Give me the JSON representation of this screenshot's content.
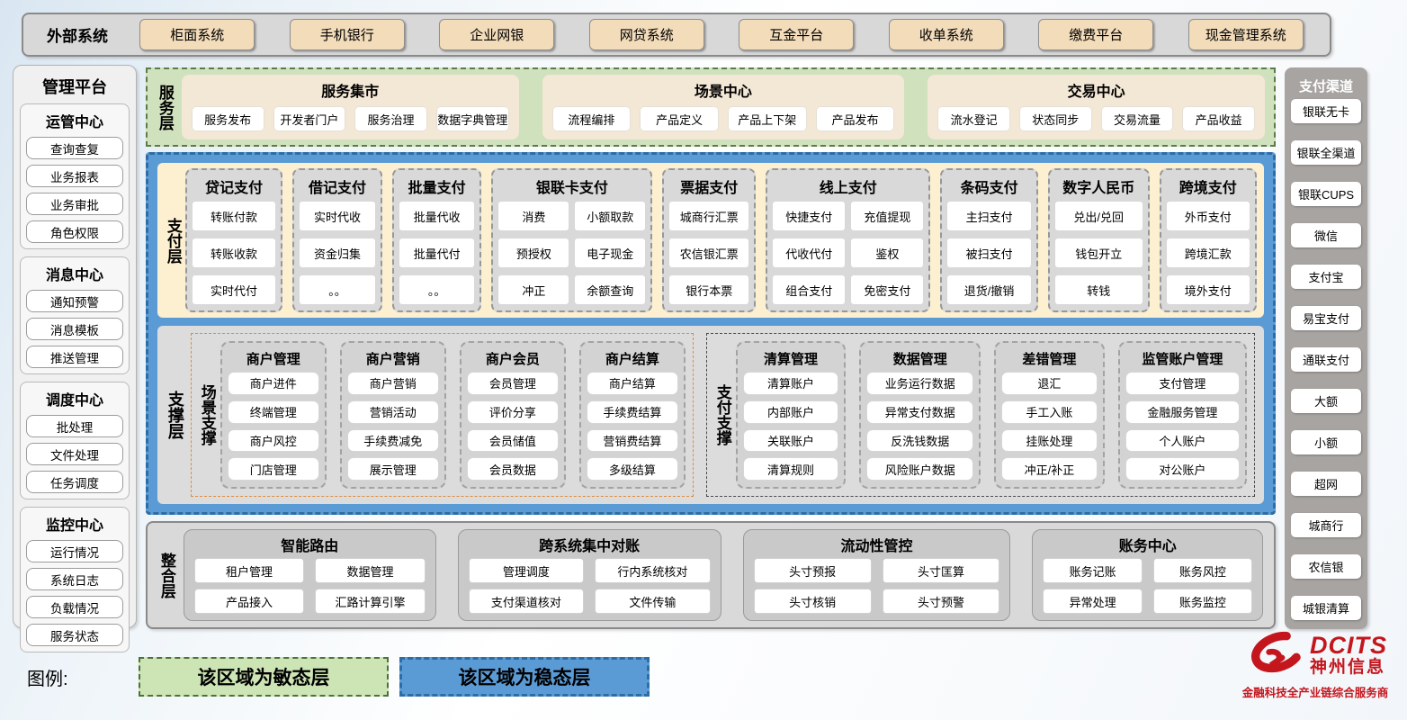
{
  "colors": {
    "agile_green": "#cfe1bd",
    "stable_blue": "#5b9bd5",
    "stable_border": "#2e6da4",
    "brand_red": "#c4161d"
  },
  "external": {
    "label": "外部系统",
    "items": [
      "柜面系统",
      "手机银行",
      "企业网银",
      "网贷系统",
      "互金平台",
      "收单系统",
      "缴费平台",
      "现金管理系统"
    ]
  },
  "management": {
    "title": "管理平台",
    "sections": [
      {
        "title": "运管中心",
        "items": [
          "查询查复",
          "业务报表",
          "业务审批",
          "角色权限"
        ]
      },
      {
        "title": "消息中心",
        "items": [
          "通知预警",
          "消息模板",
          "推送管理"
        ]
      },
      {
        "title": "调度中心",
        "items": [
          "批处理",
          "文件处理",
          "任务调度"
        ]
      },
      {
        "title": "监控中心",
        "items": [
          "运行情况",
          "系统日志",
          "负载情况",
          "服务状态"
        ]
      }
    ]
  },
  "service_layer": {
    "label": "服务层",
    "panels": [
      {
        "title": "服务集市",
        "w": 1,
        "items": [
          "服务发布",
          "开发者门户",
          "服务治理",
          "数据字典管理"
        ]
      },
      {
        "title": "场景中心",
        "w": 1.08,
        "items": [
          "流程编排",
          "产品定义",
          "产品上下架",
          "产品发布"
        ]
      },
      {
        "title": "交易中心",
        "w": 1,
        "items": [
          "流水登记",
          "状态同步",
          "交易流量",
          "产品收益"
        ]
      }
    ]
  },
  "payment_layer": {
    "label": "支付层",
    "columns": [
      {
        "title": "贷记支付",
        "cols": 1,
        "w": 1.05,
        "items": [
          "转账付款",
          "转账收款",
          "实时代付"
        ]
      },
      {
        "title": "借记支付",
        "cols": 1,
        "w": 0.95,
        "items": [
          "实时代收",
          "资金归集",
          "。。"
        ]
      },
      {
        "title": "批量支付",
        "cols": 1,
        "w": 0.95,
        "items": [
          "批量代收",
          "批量代付",
          "。。"
        ]
      },
      {
        "title": "银联卡支付",
        "cols": 2,
        "w": 1.85,
        "items": [
          "消费",
          "小额取款",
          "预授权",
          "电子现金",
          "冲正",
          "余额查询"
        ]
      },
      {
        "title": "票据支付",
        "cols": 1,
        "w": 1.0,
        "items": [
          "城商行汇票",
          "农信银汇票",
          "银行本票"
        ]
      },
      {
        "title": "线上支付",
        "cols": 2,
        "w": 1.9,
        "items": [
          "快捷支付",
          "充值提现",
          "代收代付",
          "鉴权",
          "组合支付",
          "免密支付"
        ]
      },
      {
        "title": "条码支付",
        "cols": 1,
        "w": 1.05,
        "items": [
          "主扫支付",
          "被扫支付",
          "退货/撤销"
        ]
      },
      {
        "title": "数字人民币",
        "cols": 1,
        "w": 1.1,
        "items": [
          "兑出/兑回",
          "钱包开立",
          "转钱"
        ]
      },
      {
        "title": "跨境支付",
        "cols": 1,
        "w": 1.05,
        "items": [
          "外币支付",
          "跨境汇款",
          "境外支付"
        ]
      }
    ]
  },
  "support_layer": {
    "label": "支撑层",
    "groups": [
      {
        "label": "场景支撑",
        "style": "orange",
        "w": 1,
        "columns": [
          {
            "title": "商户管理",
            "w": 1,
            "items": [
              "商户进件",
              "终端管理",
              "商户风控",
              "门店管理"
            ]
          },
          {
            "title": "商户营销",
            "w": 1,
            "items": [
              "商户营销",
              "营销活动",
              "手续费减免",
              "展示管理"
            ]
          },
          {
            "title": "商户会员",
            "w": 1,
            "items": [
              "会员管理",
              "评价分享",
              "会员储值",
              "会员数据"
            ]
          },
          {
            "title": "商户结算",
            "w": 1,
            "items": [
              "商户结算",
              "手续费结算",
              "营销费结算",
              "多级结算"
            ]
          }
        ]
      },
      {
        "label": "支付支撑",
        "style": "dark",
        "w": 1.12,
        "columns": [
          {
            "title": "清算管理",
            "w": 1,
            "items": [
              "清算账户",
              "内部账户",
              "关联账户",
              "清算规则"
            ]
          },
          {
            "title": "数据管理",
            "w": 1.12,
            "items": [
              "业务运行数据",
              "异常支付数据",
              "反洗钱数据",
              "风险账户数据"
            ]
          },
          {
            "title": "差错管理",
            "w": 1,
            "items": [
              "退汇",
              "手工入账",
              "挂账处理",
              "冲正/补正"
            ]
          },
          {
            "title": "监管账户管理",
            "w": 1.2,
            "items": [
              "支付管理",
              "金融服务管理",
              "个人账户",
              "对公账户"
            ]
          }
        ]
      }
    ]
  },
  "integration_layer": {
    "label": "整合层",
    "panels": [
      {
        "title": "智能路由",
        "w": 1.05,
        "items": [
          "租户管理",
          "数据管理",
          "产品接入",
          "汇路计算引擎"
        ]
      },
      {
        "title": "跨系统集中对账",
        "w": 1.1,
        "items": [
          "管理调度",
          "行内系统核对",
          "支付渠道核对",
          "文件传输"
        ]
      },
      {
        "title": "流动性管控",
        "w": 1.12,
        "items": [
          "头寸预报",
          "头寸匡算",
          "头寸核销",
          "头寸预警"
        ]
      },
      {
        "title": "账务中心",
        "w": 0.95,
        "items": [
          "账务记账",
          "账务风控",
          "异常处理",
          "账务监控"
        ]
      }
    ]
  },
  "channels": {
    "title": "支付渠道",
    "items": [
      "银联无卡",
      "银联全渠道",
      "银联CUPS",
      "微信",
      "支付宝",
      "易宝支付",
      "通联支付",
      "大额",
      "小额",
      "超网",
      "城商行",
      "农信银",
      "城银清算"
    ]
  },
  "legend": {
    "label": "图例:",
    "agile": "该区域为敏态层",
    "stable": "该区域为稳态层"
  },
  "logo": {
    "name": "DCITS",
    "cn": "神州信息",
    "tagline": "金融科技全产业链综合服务商"
  }
}
